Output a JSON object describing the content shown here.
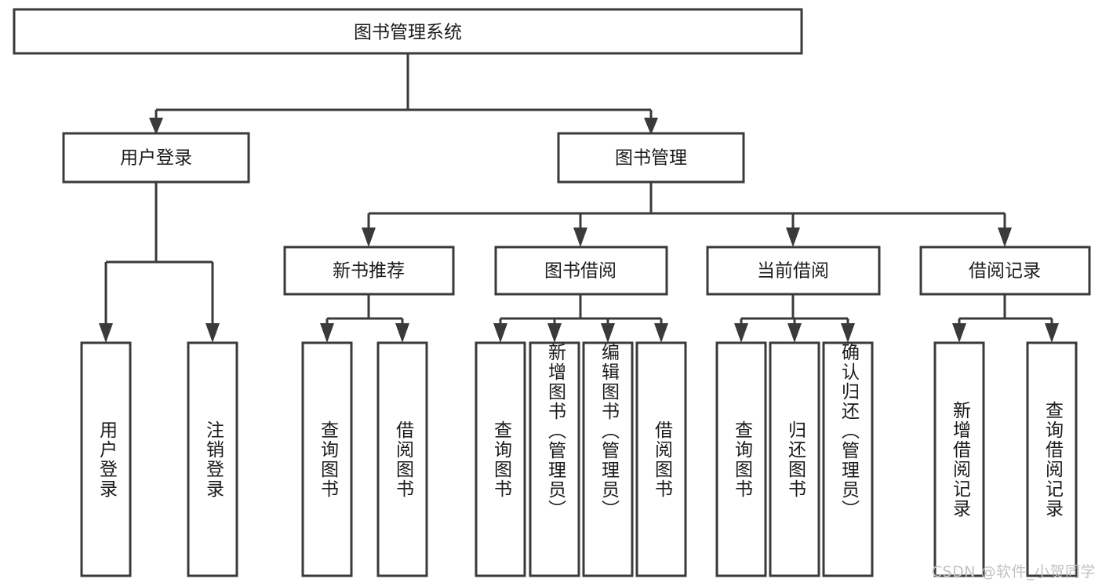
{
  "diagram": {
    "title": "图书管理系统",
    "type": "hierarchy-tree",
    "watermark": "CSDN @软件_小贺同学",
    "colors": {
      "stroke": "#3a3a3a",
      "fill": "#ffffff",
      "text": "#1b1b1b",
      "watermark": "#c2c2c2"
    },
    "levels": {
      "root": {
        "label": "图书管理系统"
      },
      "level2": [
        {
          "label": "用户登录"
        },
        {
          "label": "图书管理"
        }
      ],
      "level3": [
        {
          "label": "新书推荐"
        },
        {
          "label": "图书借阅"
        },
        {
          "label": "当前借阅"
        },
        {
          "label": "借阅记录"
        }
      ],
      "leaves": {
        "user_login": [
          {
            "label": "用户登录"
          },
          {
            "label": "注销登录"
          }
        ],
        "new_book_recommend": [
          {
            "label": "查询图书"
          },
          {
            "label": "借阅图书"
          }
        ],
        "book_borrow": [
          {
            "label": "查询图书"
          },
          {
            "label": "新增图书（管理员）"
          },
          {
            "label": "编辑图书（管理员）"
          },
          {
            "label": "借阅图书"
          }
        ],
        "current_borrow": [
          {
            "label": "查询图书"
          },
          {
            "label": "归还图书"
          },
          {
            "label": "确认归还（管理员）"
          }
        ],
        "borrow_record": [
          {
            "label": "新增借阅记录"
          },
          {
            "label": "查询借阅记录"
          }
        ]
      }
    }
  }
}
